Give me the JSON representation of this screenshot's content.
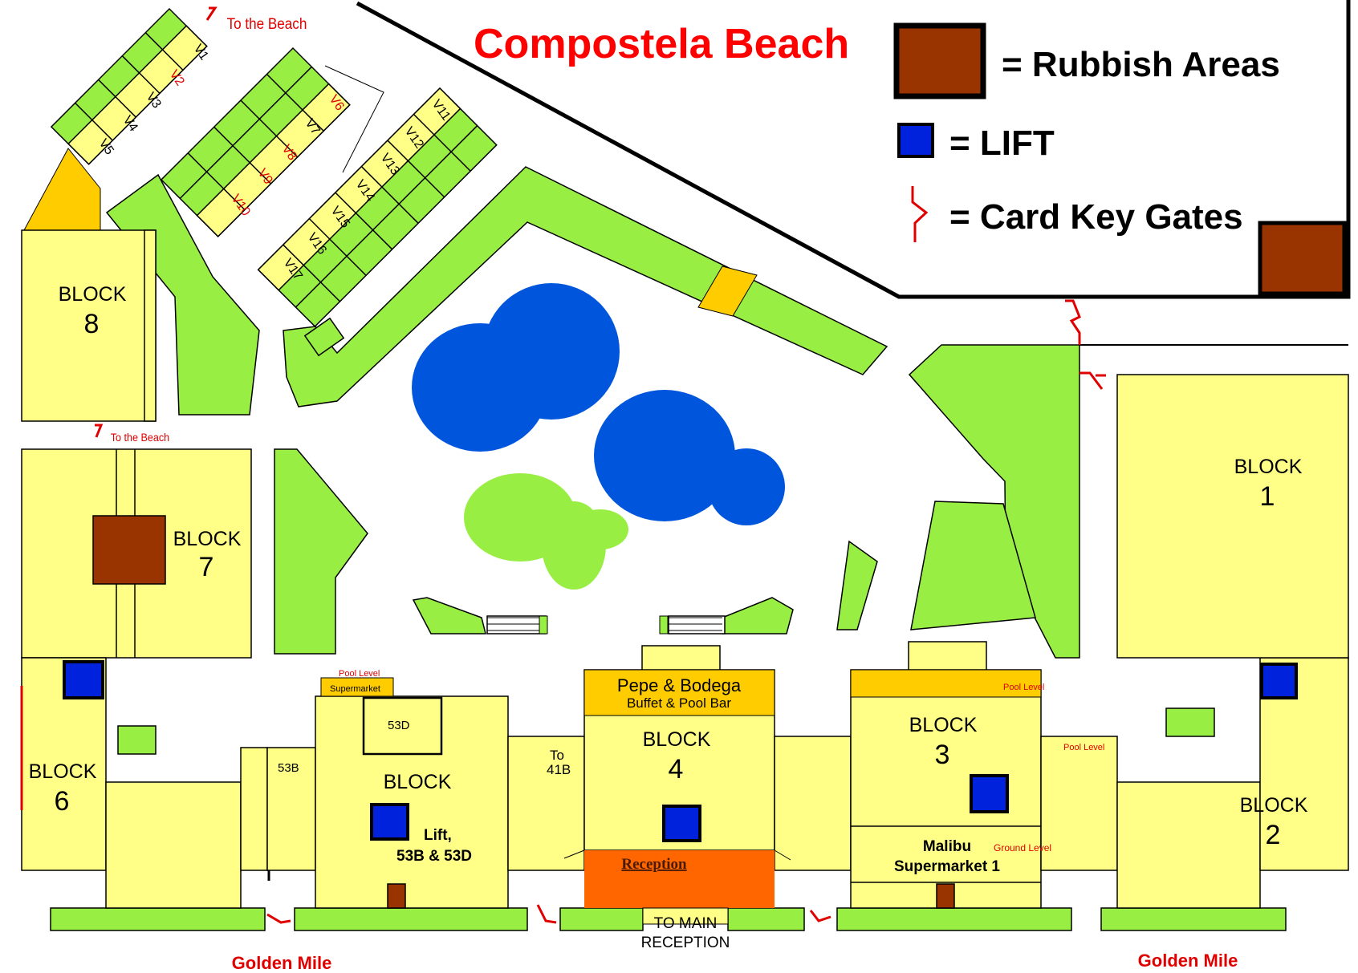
{
  "title": "Compostela Beach",
  "legend": {
    "rubbish": "= Rubbish Areas",
    "lift": "= LIFT",
    "gates": "= Card Key Gates"
  },
  "colors": {
    "building": "#ffff88",
    "green": "#99ee44",
    "pool": "#0055dd",
    "rubbish": "#993300",
    "lift": "#0022dd",
    "orange": "#ffcc00",
    "reception": "#ff6600",
    "gate": "#e00000"
  },
  "villas": [
    "V1",
    "V2",
    "V3",
    "V4",
    "V5",
    "V6",
    "V7",
    "V8",
    "V9",
    "V10",
    "V11",
    "V12",
    "V13",
    "V14",
    "V15",
    "V16",
    "V17"
  ],
  "blocks": {
    "b1": {
      "word": "BLOCK",
      "num": "1"
    },
    "b2": {
      "word": "BLOCK",
      "num": "2"
    },
    "b3": {
      "word": "BLOCK",
      "num": "3"
    },
    "b4": {
      "word": "BLOCK",
      "num": "4"
    },
    "b5": {
      "word": "BLOCK"
    },
    "b6": {
      "word": "BLOCK",
      "num": "6"
    },
    "b7": {
      "word": "BLOCK",
      "num": "7"
    },
    "b8": {
      "word": "BLOCK",
      "num": "8"
    }
  },
  "labels": {
    "to_beach": "To the Beach",
    "pool_level": "Pool Level",
    "supermarket": "Supermarket",
    "u53d": "53D",
    "u53b": "53B",
    "lift_line1": "Lift,",
    "lift_line2": "53B & 53D",
    "to41b_line1": "To",
    "to41b_line2": "41B",
    "pepe_line1": "Pepe & Bodega",
    "pepe_line2": "Buffet & Pool Bar",
    "reception": "Reception",
    "to_main": "TO MAIN",
    "reception_caps": "RECEPTION",
    "malibu_line1": "Malibu",
    "malibu_line2": "Supermarket 1",
    "ground_level": "Ground Level",
    "golden_mile": "Golden Mile"
  }
}
